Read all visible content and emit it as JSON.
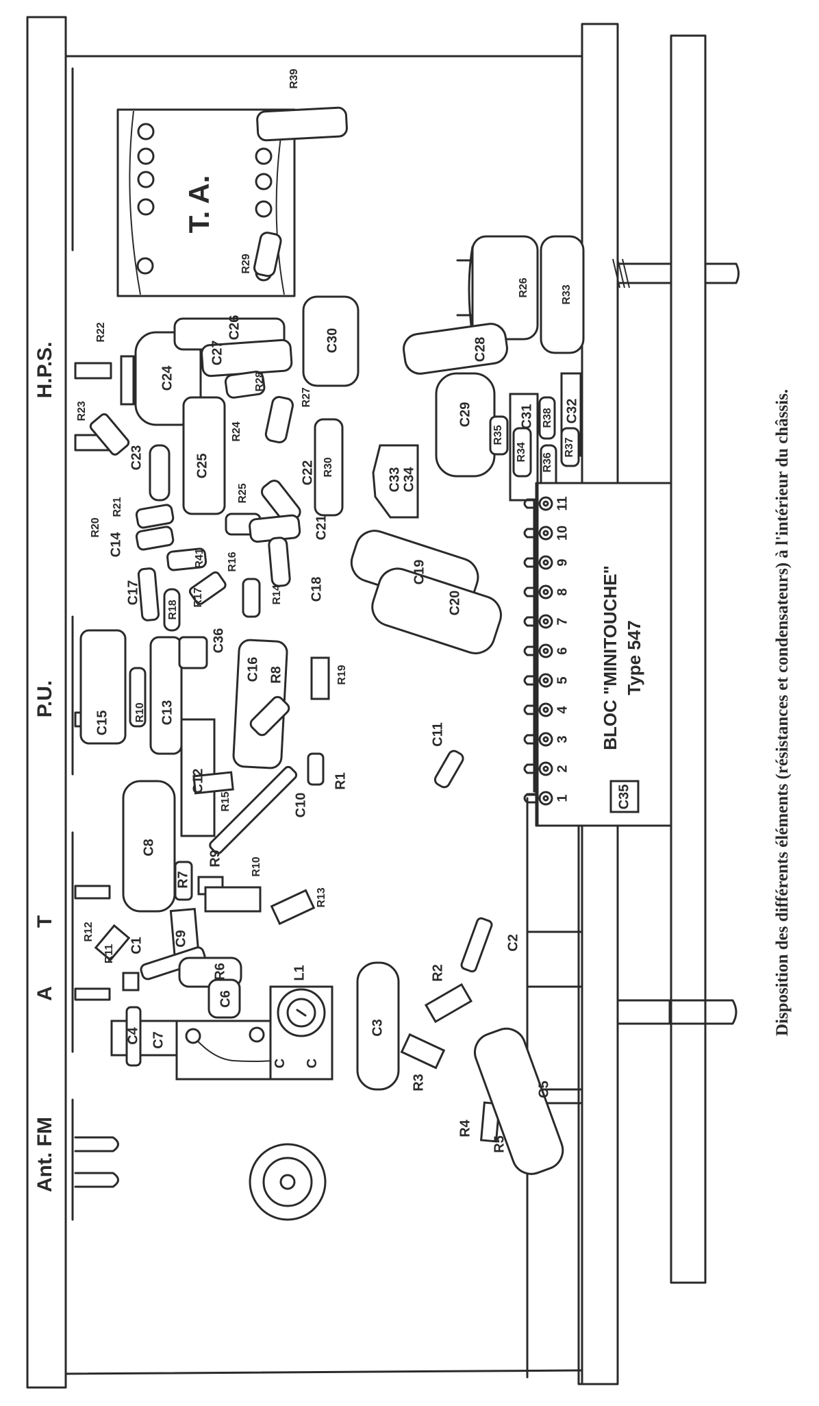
{
  "caption": "Disposition des différents éléments (résistances et condensateurs) à l'intérieur du châssis.",
  "panel_labels": {
    "hps": "H.P.S.",
    "pu": "P.U.",
    "t": "T",
    "a": "A",
    "ant_fm": "Ant. FM"
  },
  "transformer_label": "T. A.",
  "bloc": {
    "line1": "BLOC \"MINITOUCHE\"",
    "line2": "Type 547",
    "pins": [
      "1",
      "2",
      "3",
      "4",
      "5",
      "6",
      "7",
      "8",
      "9",
      "10",
      "11"
    ]
  },
  "components": {
    "R39": "R39",
    "R29": "R29",
    "R22": "R22",
    "R23": "R23",
    "C24": "C24",
    "C26": "C26",
    "C27": "C27",
    "C30": "C30",
    "R28": "R28",
    "R27": "R27",
    "R24": "R24",
    "C23": "C23",
    "C25": "C25",
    "R25": "R25",
    "C22": "C22",
    "R30": "R30",
    "R21": "R21",
    "R20": "R20",
    "C14": "C14",
    "R41": "R41",
    "C21": "C21",
    "C18": "C18",
    "R16": "R16",
    "R14": "R14",
    "C17": "C17",
    "R18": "R18",
    "R17": "R17",
    "C36": "C36",
    "C15": "C15",
    "R10b": "R10",
    "C13": "C13",
    "C16": "C16",
    "R8": "R8",
    "R19": "R19",
    "C12": "C12",
    "R15": "R15",
    "C10": "C10",
    "R1": "R1",
    "C11": "C11",
    "C8": "C8",
    "R9": "R9",
    "R10": "R10",
    "R7": "R7",
    "R13": "R13",
    "R12": "R12",
    "R11": "R11",
    "C1": "C1",
    "C9": "C9",
    "R6": "R6",
    "C6": "C6",
    "L1": "L1",
    "C4": "C4",
    "C7": "C7",
    "C3": "C3",
    "R2": "R2",
    "C2": "C2",
    "R3": "R3",
    "R4": "R4",
    "R5": "R5",
    "C5": "C5",
    "R26": "R26",
    "R33": "R33",
    "C28": "C28",
    "C29": "C29",
    "R35": "R35",
    "C31": "C31",
    "R34": "R34",
    "R36": "R36",
    "C32": "C32",
    "R38": "R38",
    "R37": "R37",
    "C33": "C33",
    "C34": "C34",
    "C19": "C19",
    "C20": "C20",
    "C35": "C35"
  },
  "lug_labels": {
    "c1": "C",
    "c2": "C"
  }
}
